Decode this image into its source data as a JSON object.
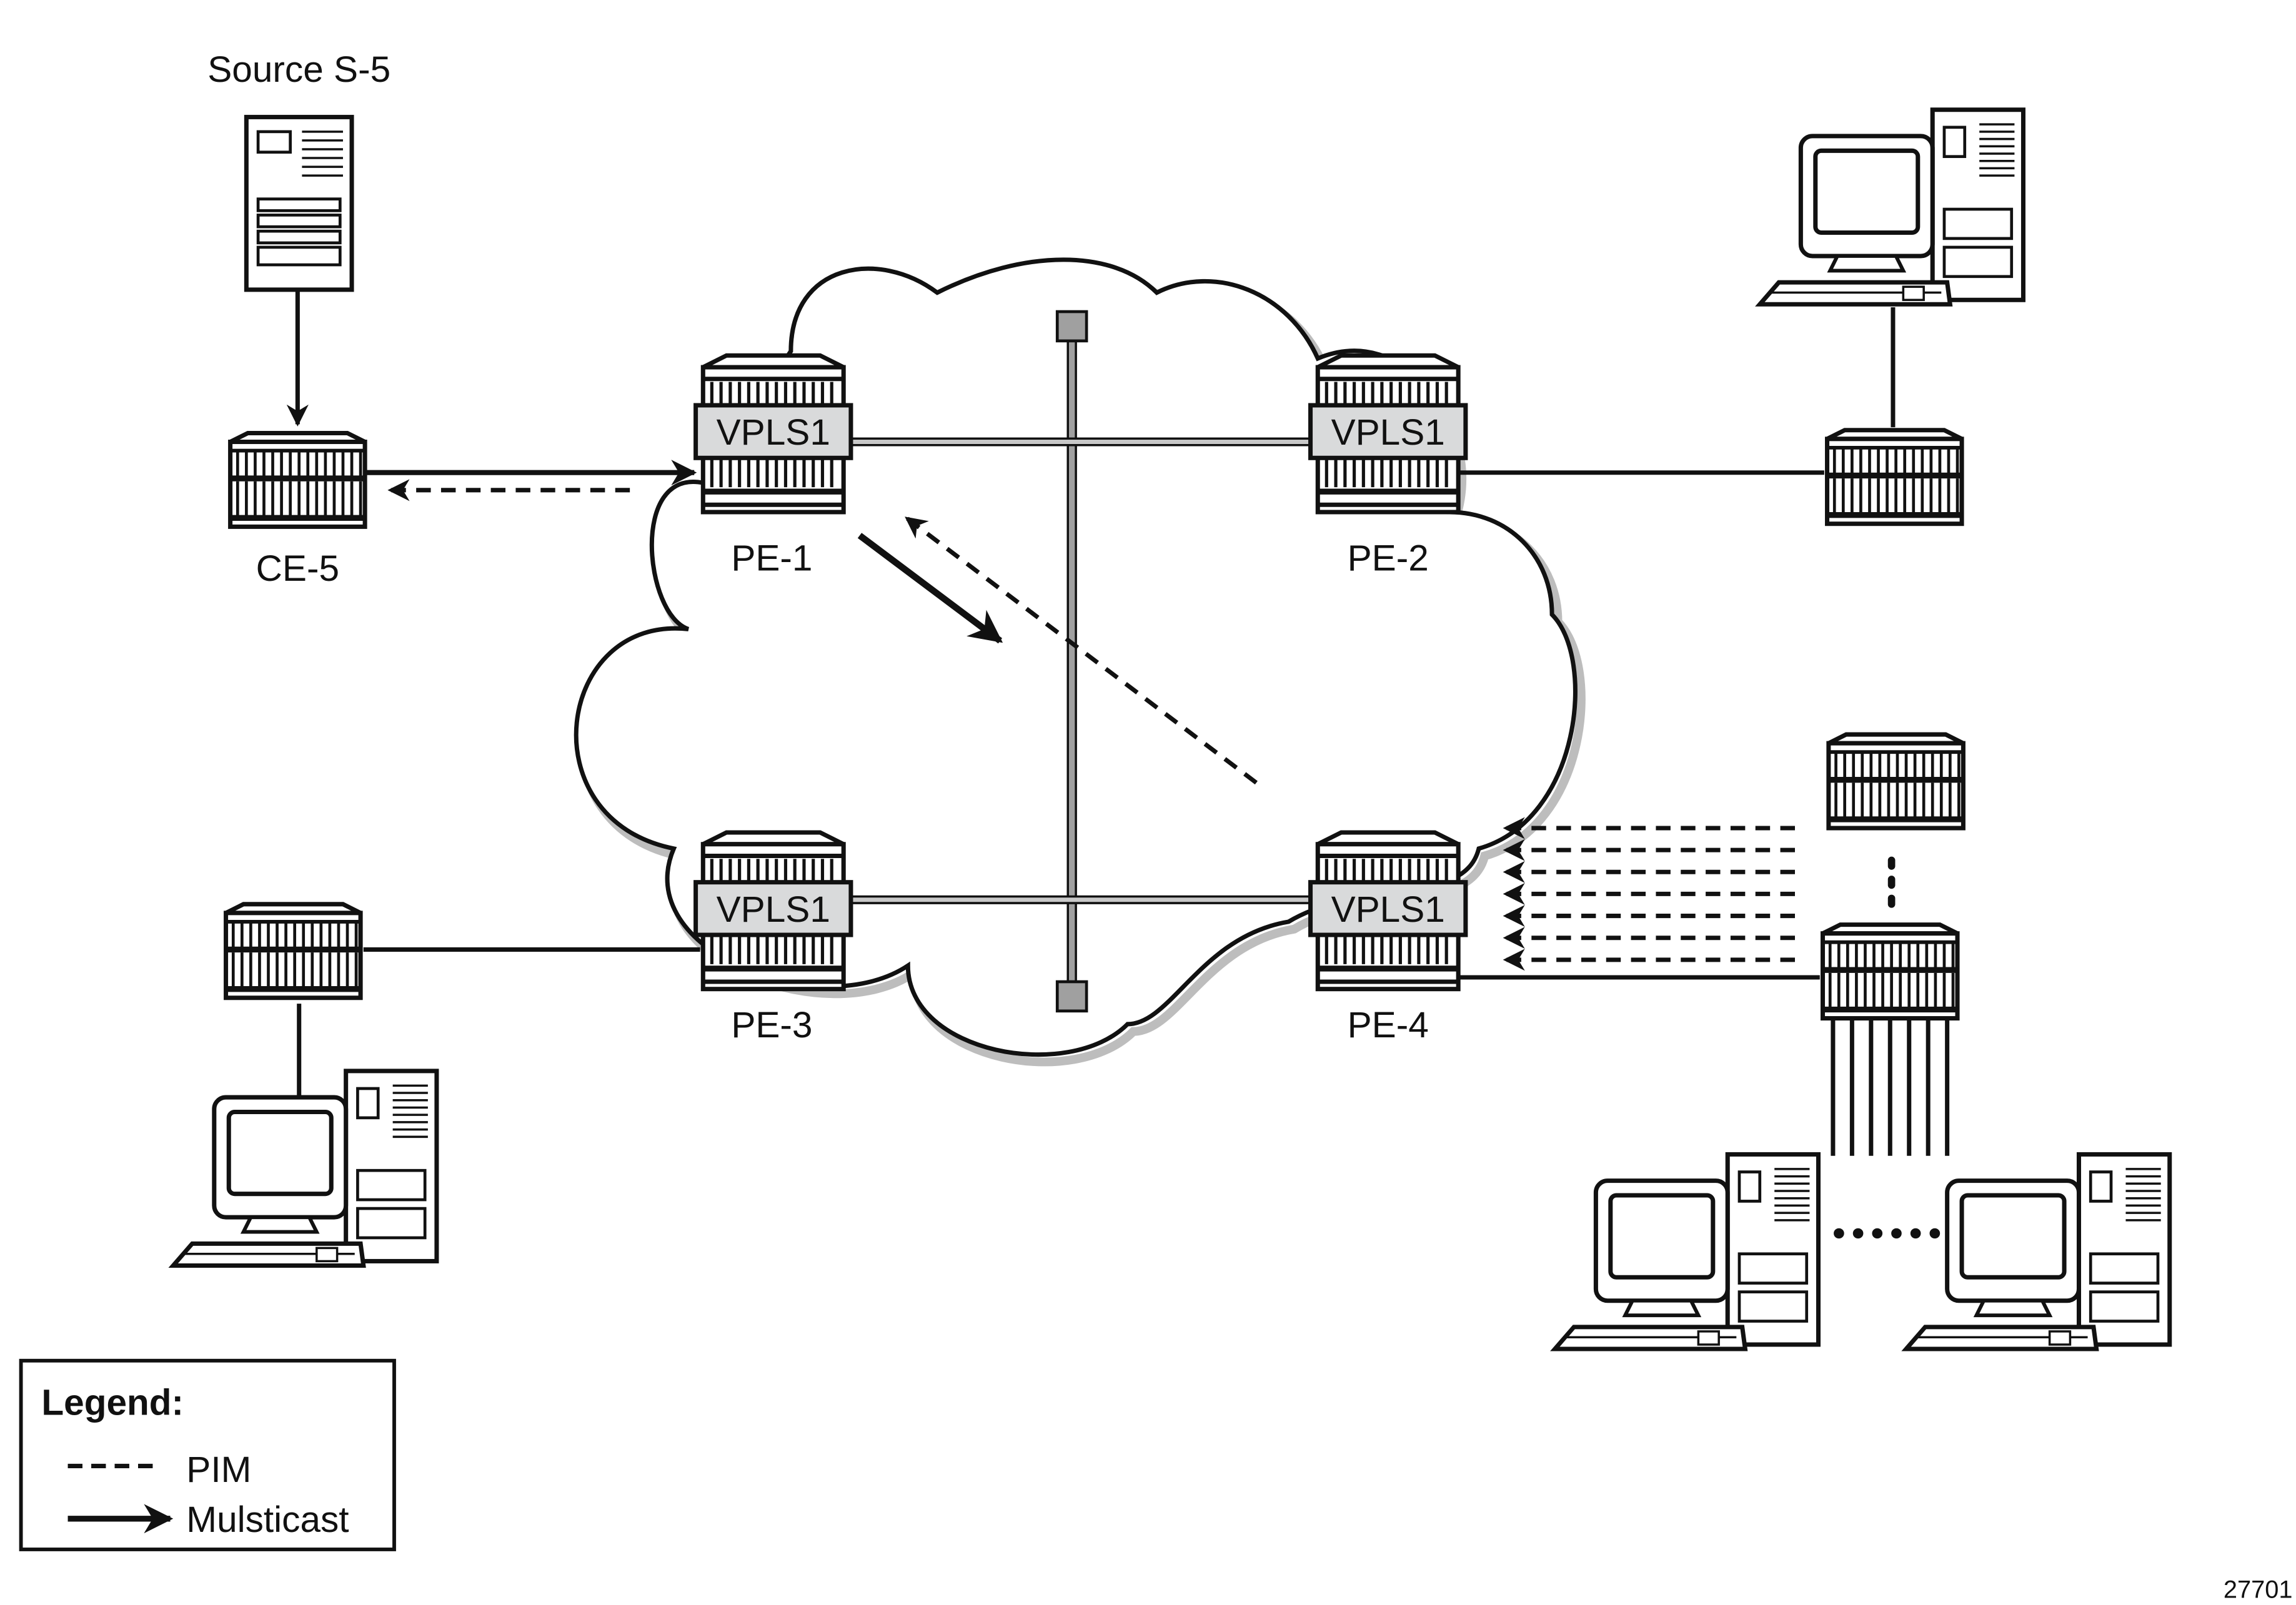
{
  "source": {
    "label": "Source S-5"
  },
  "ce": {
    "label": "CE-5"
  },
  "pe": [
    {
      "label": "PE-1",
      "service": "VPLS1"
    },
    {
      "label": "PE-2",
      "service": "VPLS1"
    },
    {
      "label": "PE-3",
      "service": "VPLS1"
    },
    {
      "label": "PE-4",
      "service": "VPLS1"
    }
  ],
  "legend": {
    "title": "Legend:",
    "items": [
      {
        "style": "dashed",
        "label": "PIM"
      },
      {
        "style": "solid-arrow",
        "label": "Mulsticast"
      }
    ]
  },
  "figure_id": "27701",
  "colors": {
    "line": "#111111",
    "vpls_box": "#d9dadb",
    "mesh": "#a0a0a0",
    "cloud_shadow": "#bdbdbd"
  }
}
